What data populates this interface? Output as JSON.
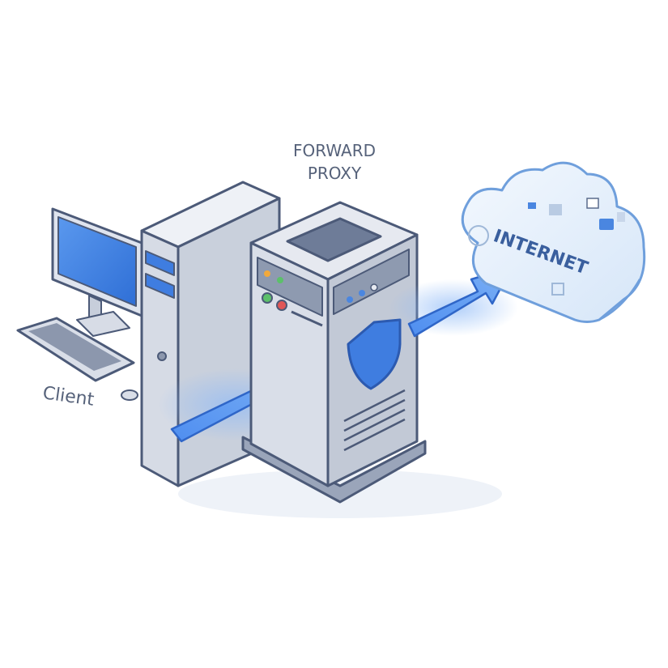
{
  "labels": {
    "proxy_line1": "FORWARD",
    "proxy_line2": "PROXY",
    "client": "Client",
    "internet": "INTERNET"
  },
  "colors": {
    "accent_blue": "#4a86e0",
    "screen_blue": "#3f7de0",
    "outline": "#4c5a78",
    "case_light": "#e3e7ef",
    "case_mid": "#c7cedb",
    "cloud_fill": "#e6f0fb"
  }
}
